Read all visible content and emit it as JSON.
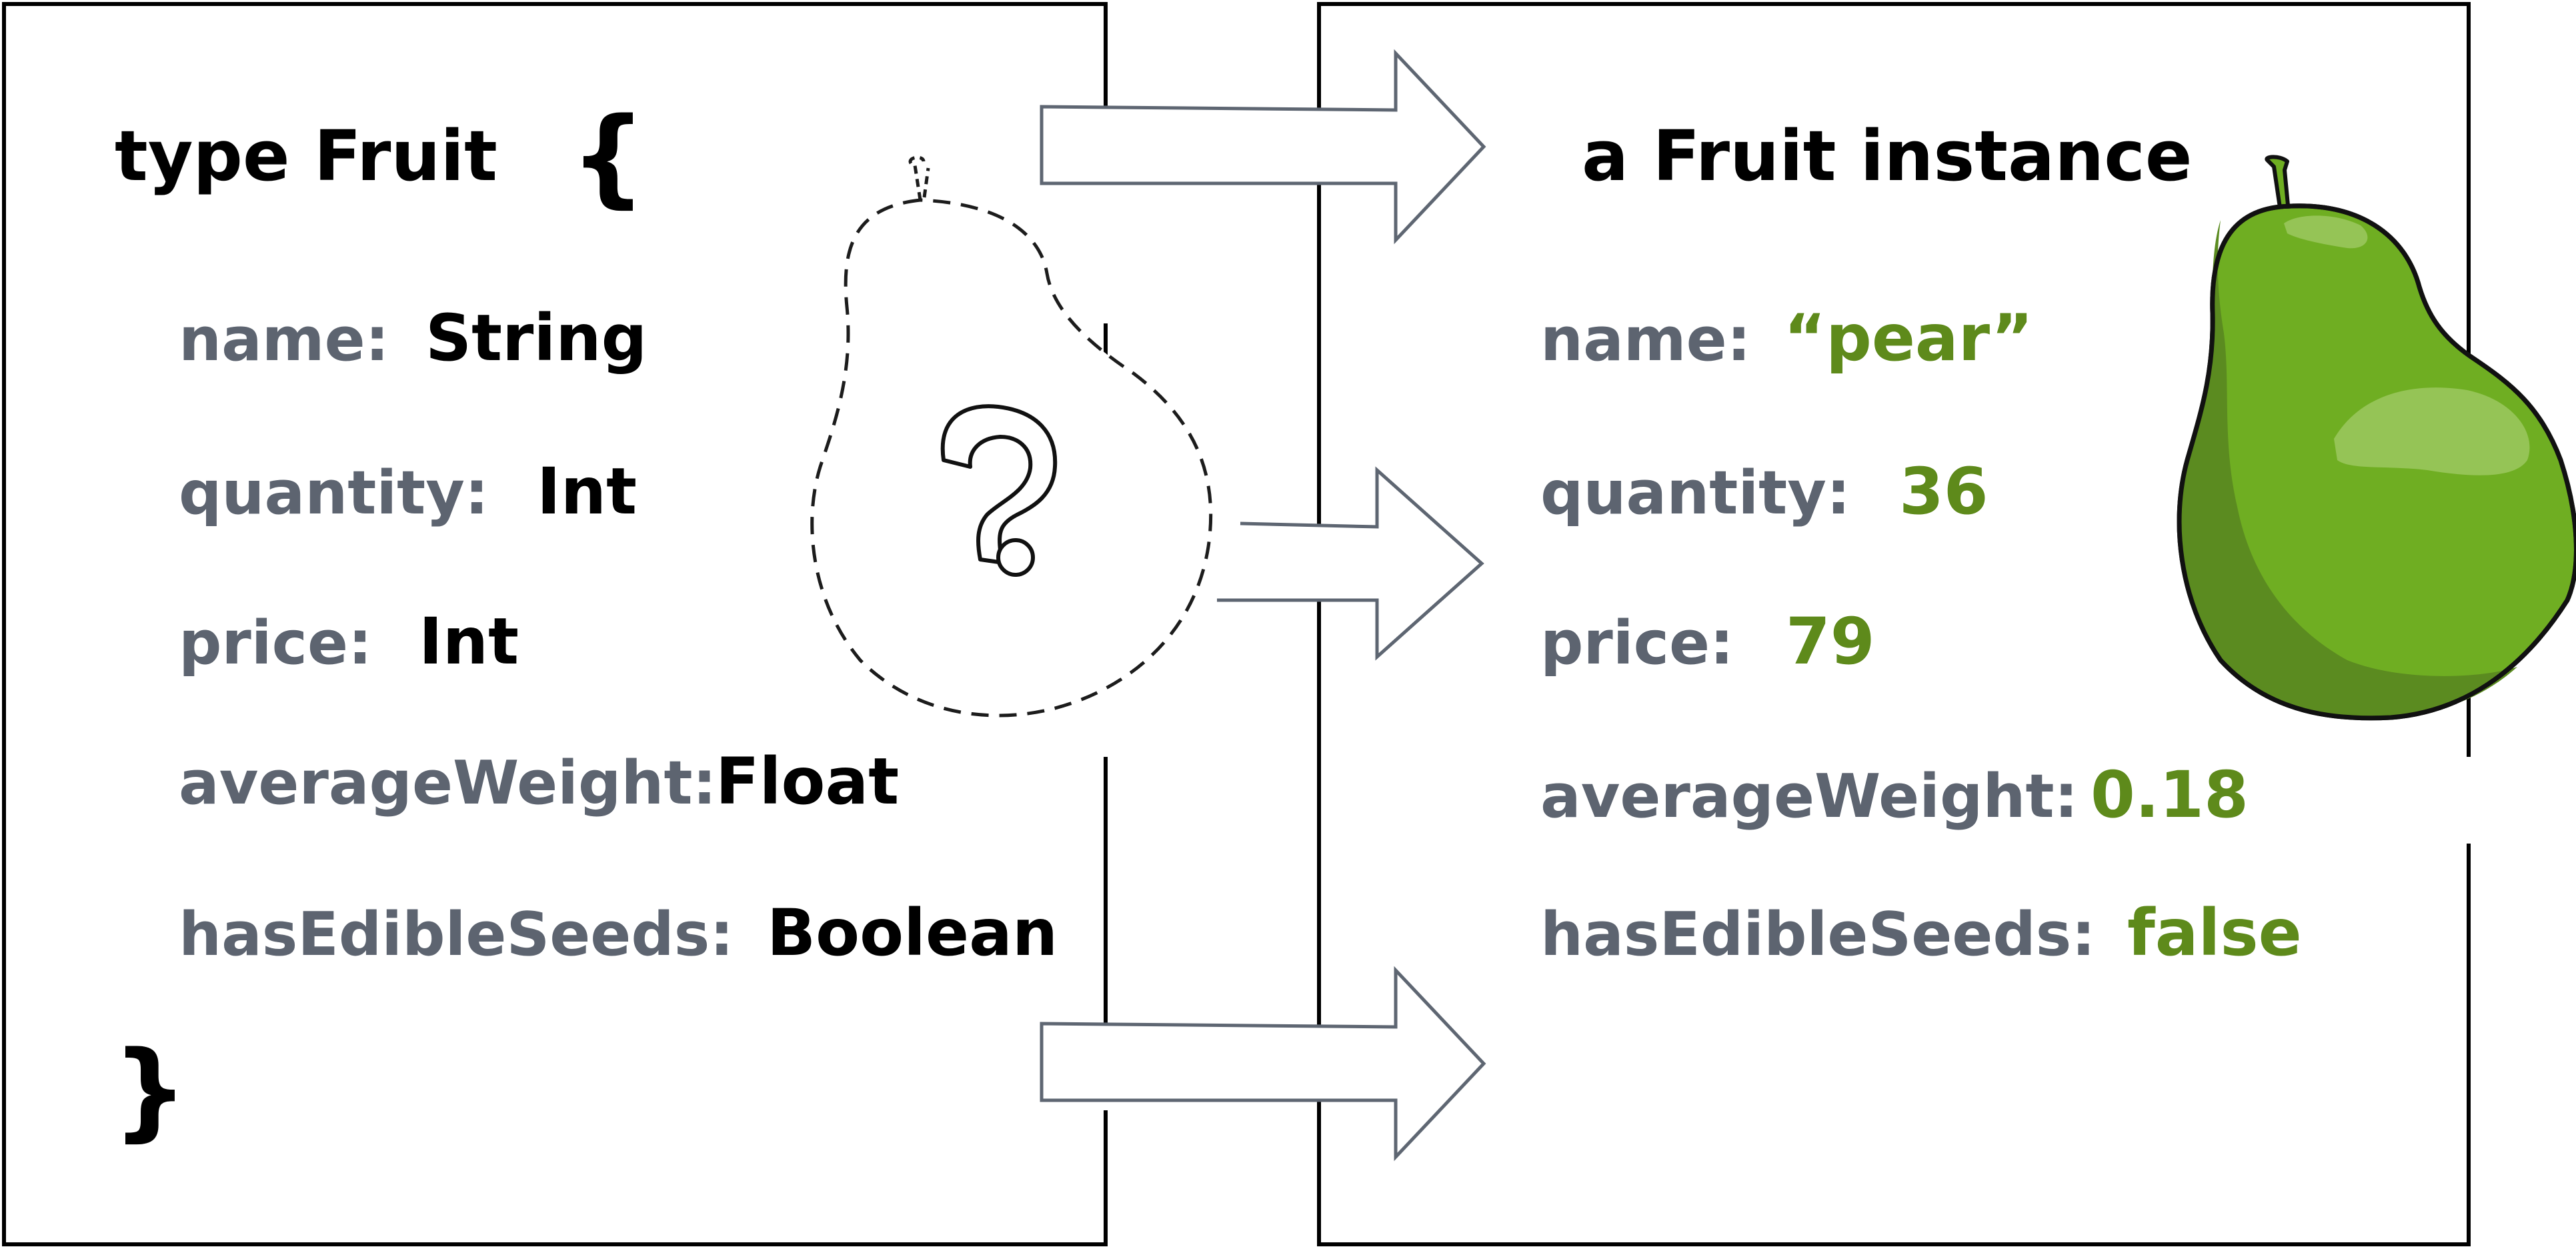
{
  "left_panel": {
    "title": "type Fruit",
    "open_brace": "{",
    "close_brace": "}",
    "fields": [
      {
        "name": "name:",
        "type": "String"
      },
      {
        "name": "quantity:",
        "type": "Int"
      },
      {
        "name": "price:",
        "type": "Int"
      },
      {
        "name": "averageWeight:",
        "type": "Float"
      },
      {
        "name": "hasEdibleSeeds:",
        "type": "Boolean"
      }
    ]
  },
  "right_panel": {
    "title": "a Fruit instance",
    "fields": [
      {
        "name": "name:",
        "value": "“pear”"
      },
      {
        "name": "quantity:",
        "value": "36"
      },
      {
        "name": "price:",
        "value": "79"
      },
      {
        "name": "averageWeight:",
        "value": "0.18"
      },
      {
        "name": "hasEdibleSeeds:",
        "value": "false"
      }
    ]
  },
  "colors": {
    "field_name": "#5d6470",
    "field_value": "#5e8a1b",
    "pear_light": "#6fae22",
    "pear_dark": "#5b8b20",
    "pear_highlight": "#95c456"
  },
  "icons": {
    "question": "question-mark-icon",
    "pear": "pear-icon",
    "arrows": "right-arrow-icon"
  }
}
